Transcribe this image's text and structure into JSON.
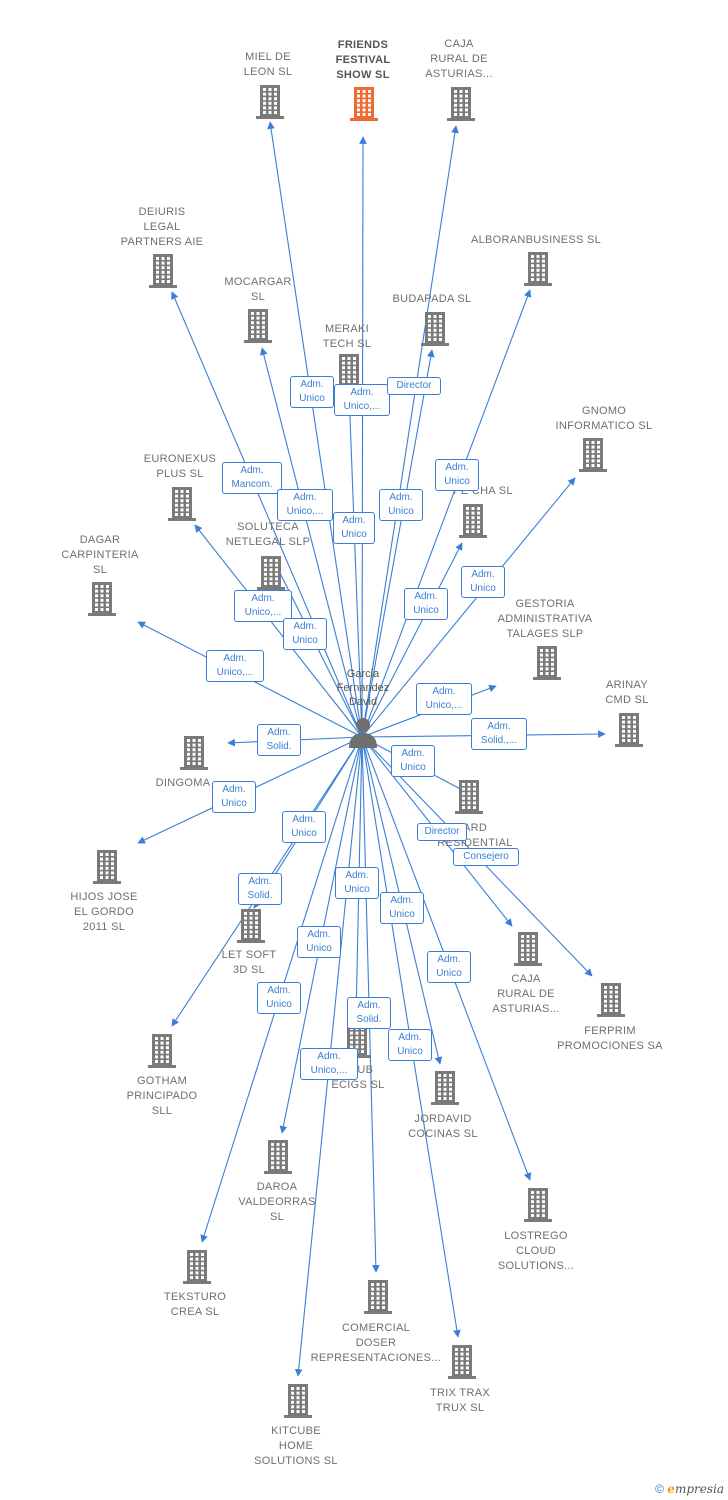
{
  "person": {
    "label": "Garcia\nFernandez\nDavid"
  },
  "colors": {
    "link": "#3a7fd5",
    "company": "#7a7a7a",
    "focus": "#ef6a32"
  },
  "companies": [
    {
      "id": "miel",
      "label": "MIEL DE\nLEON  SL"
    },
    {
      "id": "friends",
      "label": "FRIENDS\nFESTIVAL\nSHOW  SL",
      "focus": true
    },
    {
      "id": "caja1",
      "label": "CAJA\nRURAL DE\nASTURIAS..."
    },
    {
      "id": "deiuris",
      "label": "DEIURIS\nLEGAL\nPARTNERS AIE"
    },
    {
      "id": "alboran",
      "label": "ALBORANBUSINESS SL"
    },
    {
      "id": "mocargar",
      "label": "MOCARGAR\nSL"
    },
    {
      "id": "budapada",
      "label": "BUDAPADA SL"
    },
    {
      "id": "meraki",
      "label": "MERAKI\nTECH  SL"
    },
    {
      "id": "gnomo",
      "label": "GNOMO\nINFORMATICO SL"
    },
    {
      "id": "euronexus",
      "label": "EURONEXUS\nPLUS  SL"
    },
    {
      "id": "pecha",
      "label": "PE      CHA SL"
    },
    {
      "id": "soluteca",
      "label": "SOLUTECA\nNETLEGAL SLP"
    },
    {
      "id": "dagar",
      "label": "DAGAR\nCARPINTERIA\nSL"
    },
    {
      "id": "gestoria",
      "label": "GESTORIA\nADMINISTRATIVA\nTALAGES  SLP"
    },
    {
      "id": "arinay",
      "label": "ARINAY\nCMD  SL"
    },
    {
      "id": "dingoma",
      "label": "DINGOMA"
    },
    {
      "id": "ard",
      "label": "ARD\nRESIDENTIAL\nGR"
    },
    {
      "id": "hijos",
      "label": "HIJOS JOSE\nEL GORDO\n2011 SL"
    },
    {
      "id": "letsoft",
      "label": "LET SOFT\n3D  SL"
    },
    {
      "id": "caja2",
      "label": "CAJA\nRURAL DE\nASTURIAS..."
    },
    {
      "id": "ferprim",
      "label": "FERPRIM\nPROMOCIONES SA"
    },
    {
      "id": "gotham",
      "label": "GOTHAM\nPRINCIPADO\nSLL"
    },
    {
      "id": "club",
      "label": "CLUB\nECIGS  SL"
    },
    {
      "id": "jordavid",
      "label": "JORDAVID\nCOCINAS  SL"
    },
    {
      "id": "daroa",
      "label": "DAROA\nVALDEORRAS\nSL"
    },
    {
      "id": "lostrego",
      "label": "LOSTREGO\nCLOUD\nSOLUTIONS..."
    },
    {
      "id": "teksturo",
      "label": "TEKSTURO\nCREA  SL"
    },
    {
      "id": "comercial",
      "label": "COMERCIAL\nDOSER\nREPRESENTACIONES..."
    },
    {
      "id": "trix",
      "label": "TRIX TRAX\nTRUX  SL"
    },
    {
      "id": "kitcube",
      "label": "KITCUBE\nHOME\nSOLUTIONS SL"
    }
  ],
  "roles": [
    {
      "target": "miel",
      "label": "Adm.\nUnico"
    },
    {
      "target": "friends",
      "label": "Adm.\nUnico,..."
    },
    {
      "target": "caja1",
      "label": "Director"
    },
    {
      "target": "deiuris",
      "label": "Adm.\nMancom."
    },
    {
      "target": "mocargar",
      "label": "Adm.\nUnico,..."
    },
    {
      "target": "meraki",
      "label": "Adm.\nUnico"
    },
    {
      "target": "budapada",
      "label": "Adm.\nUnico"
    },
    {
      "target": "alboran",
      "label": "Adm.\nUnico"
    },
    {
      "target": "euronexus",
      "label": "Adm.\nUnico,..."
    },
    {
      "target": "soluteca",
      "label": "Adm.\nUnico"
    },
    {
      "target": "pecha",
      "label": "Adm.\nUnico"
    },
    {
      "target": "gnomo",
      "label": "Adm.\nUnico"
    },
    {
      "target": "dagar",
      "label": "Adm.\nUnico,..."
    },
    {
      "target": "gestoria",
      "label": "Adm.\nUnico,..."
    },
    {
      "target": "arinay",
      "label": "Adm.\nSolid.,..."
    },
    {
      "target": "dingoma",
      "label": "Adm.\nSolid."
    },
    {
      "target": "ard",
      "label": "Adm.\nUnico"
    },
    {
      "target": "hijos",
      "label": "Adm.\nUnico"
    },
    {
      "target": "caja2",
      "label": "Director"
    },
    {
      "target": "ferprim",
      "label": "Consejero"
    },
    {
      "target": "gotham",
      "label": "Adm.\nUnico"
    },
    {
      "target": "letsoft",
      "label": "Adm.\nSolid."
    },
    {
      "target": "club",
      "label": "Adm.\nUnico"
    },
    {
      "target": "jordavid",
      "label": "Adm.\nUnico"
    },
    {
      "target": "daroa",
      "label": "Adm.\nUnico"
    },
    {
      "target": "lostrego",
      "label": "Adm.\nUnico"
    },
    {
      "target": "teksturo",
      "label": "Adm.\nUnico"
    },
    {
      "target": "comercial",
      "label": "Adm.\nSolid."
    },
    {
      "target": "trix",
      "label": "Adm.\nUnico"
    },
    {
      "target": "kitcube",
      "label": "Adm.\nUnico,..."
    }
  ],
  "footer": {
    "copyright": "©",
    "brand_initial": "e",
    "brand_rest": "mpresia"
  }
}
